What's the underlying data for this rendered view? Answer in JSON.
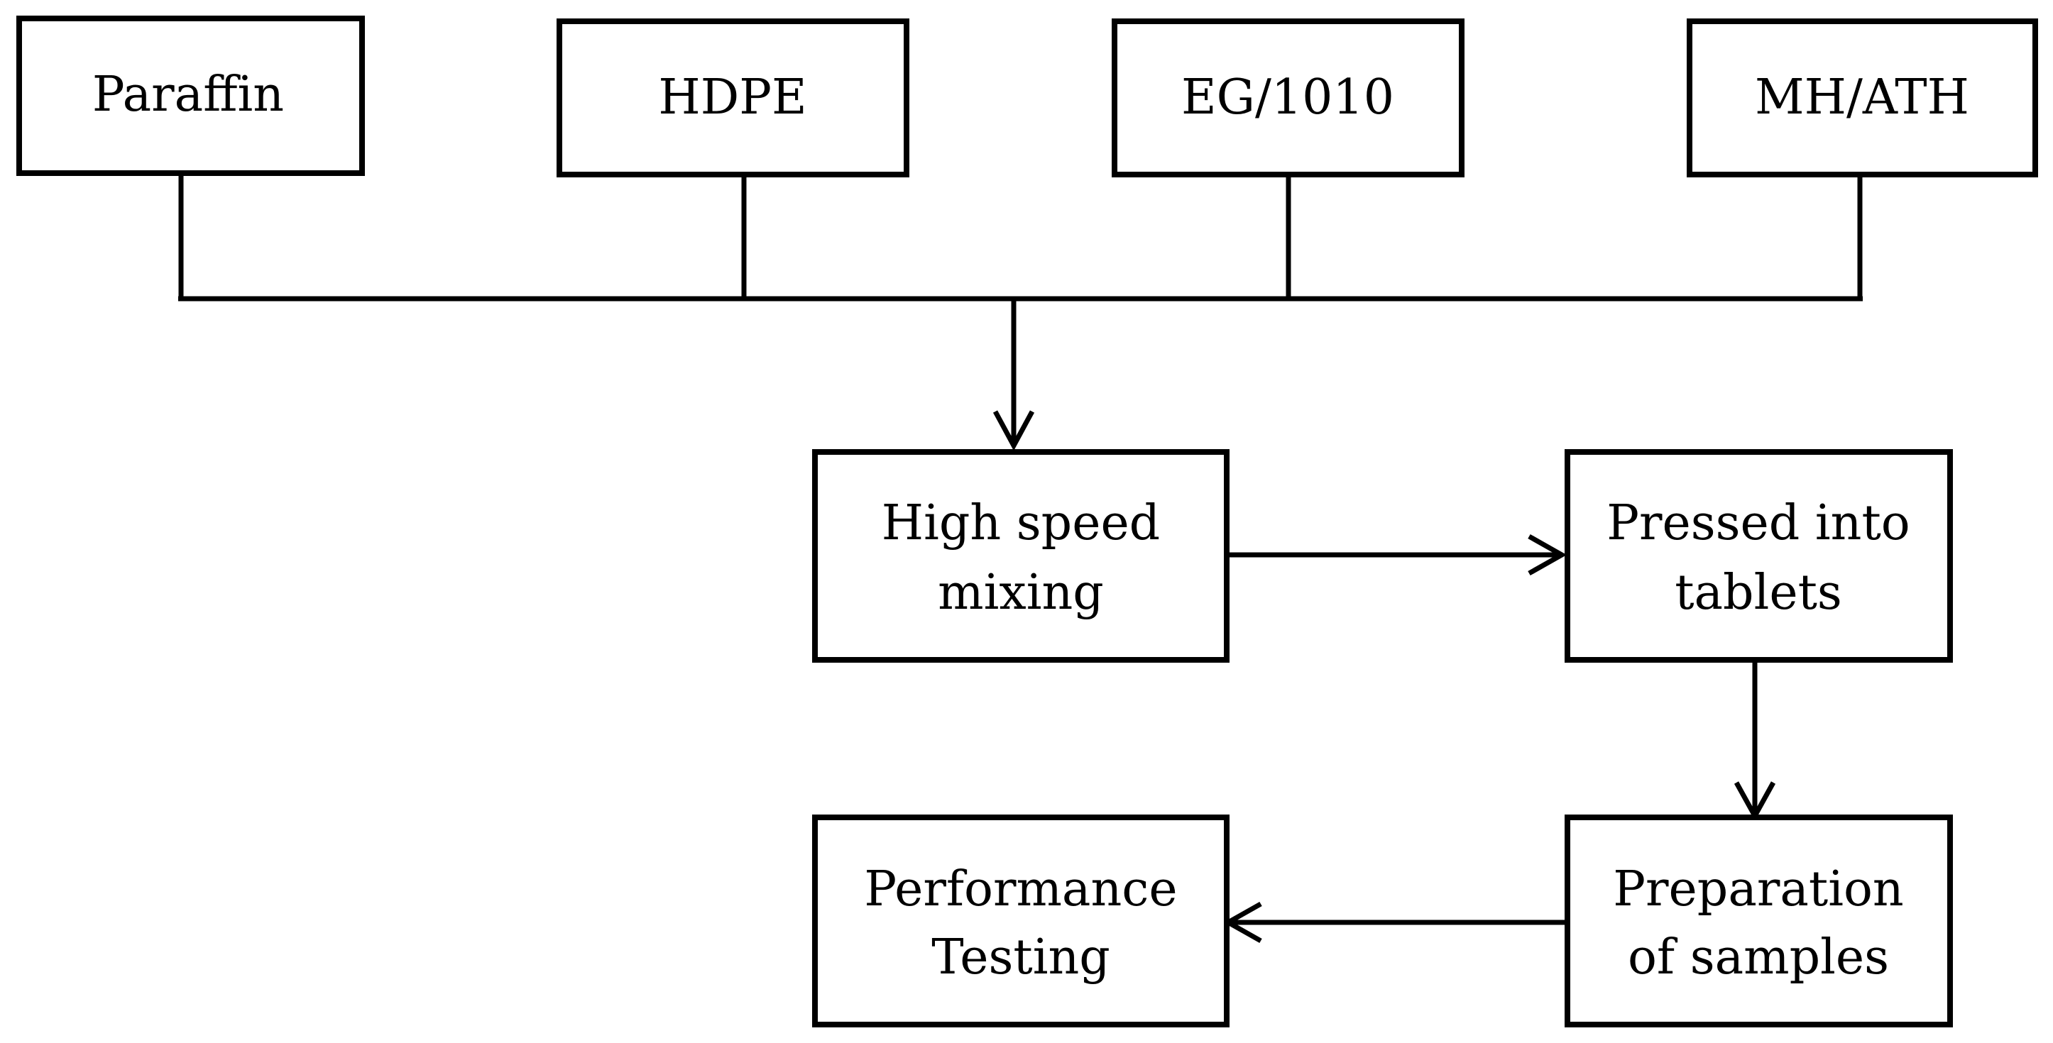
{
  "diagram": {
    "nodes": {
      "paraffin": {
        "lines": [
          "Paraffin"
        ]
      },
      "hdpe": {
        "lines": [
          "HDPE"
        ]
      },
      "eg1010": {
        "lines": [
          "EG/1010"
        ]
      },
      "mh_ath": {
        "lines": [
          "MH/ATH"
        ]
      },
      "mixing": {
        "lines": [
          "High speed",
          "mixing"
        ]
      },
      "pressing": {
        "lines": [
          "Pressed into",
          "tablets"
        ]
      },
      "preparation": {
        "lines": [
          "Preparation",
          "of samples"
        ]
      },
      "testing": {
        "lines": [
          "Performance",
          "Testing"
        ]
      }
    },
    "edges": [
      {
        "from": [
          "paraffin",
          "hdpe",
          "eg1010",
          "mh_ath"
        ],
        "to": "mixing"
      },
      {
        "from": "mixing",
        "to": "pressing"
      },
      {
        "from": "pressing",
        "to": "preparation"
      },
      {
        "from": "preparation",
        "to": "testing"
      }
    ],
    "colors": {
      "stroke": "#000000",
      "box_fill": "#ffffff",
      "text": "#000000"
    }
  }
}
